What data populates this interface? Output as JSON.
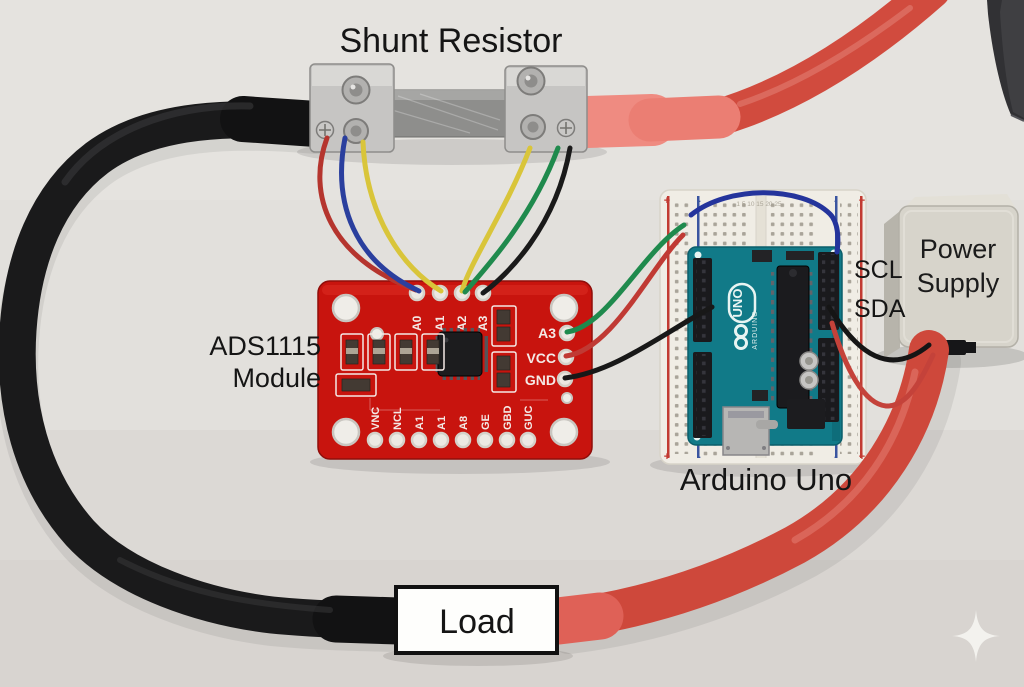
{
  "annotations": {
    "shunt_resistor": "Shunt Resistor",
    "ads1115_module": {
      "line1": "ADS1115",
      "line2": "Module"
    },
    "scl": "SCL",
    "sda": "SDA",
    "power_supply": {
      "line1": "Power",
      "line2": "Supply"
    },
    "arduino_uno": "Arduino Uno",
    "load": "Load"
  },
  "ads1115_board": {
    "top_pin_labels": [
      "A0",
      "A1",
      "A2",
      "A3"
    ],
    "side_pin_labels": [
      "A3",
      "VCC",
      "GND"
    ],
    "bottom_pin_labels": [
      "VNC",
      "NCL",
      "A1",
      "A1",
      "A8",
      "GE",
      "GBD",
      "GUC"
    ]
  },
  "arduino": {
    "logo_text": "UNO",
    "brand_text": "ARDUINO"
  },
  "breadboard": {
    "column_numbers": "1  5  10  15  20  25",
    "positive": "+",
    "negative": "-"
  },
  "colors": {
    "background": "#e2e0dc",
    "pcb_red": "#c8140e",
    "arduino_teal": "#117a88",
    "breadboard_white": "#f0ede5",
    "cable_black": "#1a1a1b",
    "cable_red": "#ce483b",
    "sleeve_pink": "#ee8a80",
    "power_supply_gray": "#d7d4cb",
    "wire_yellow": "#d9c53a",
    "wire_green": "#1f8a4d",
    "wire_blue": "#2a3f9e",
    "annotation_text": "#151515",
    "silkscreen_white": "#f4e9e6"
  }
}
